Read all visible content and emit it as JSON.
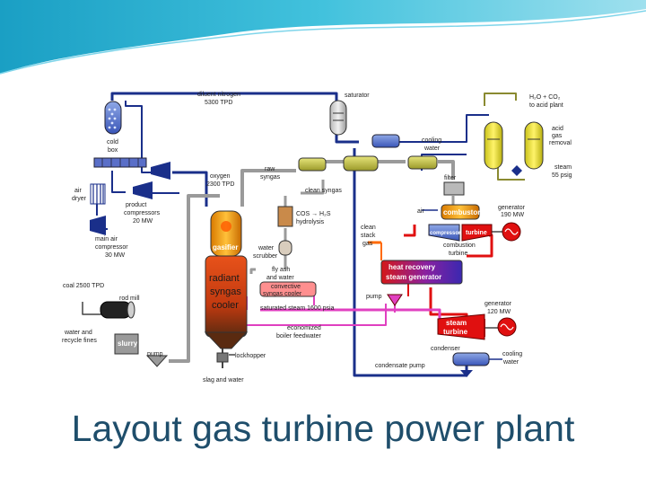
{
  "slide_title": "Layout gas turbine power plant",
  "labels": {
    "diluent_nitrogen": "diluent nitrogen",
    "diluent_nitrogen_rate": "5300 TPD",
    "saturator": "saturator",
    "h2o_co2": "H₂O + CO₂",
    "to_acid_plant": "to acid plant",
    "acid_gas_1": "acid",
    "acid_gas_2": "gas",
    "acid_gas_3": "removal",
    "cold_box_1": "cold",
    "cold_box_2": "box",
    "cooling_water_1": "cooling",
    "cooling_water_2": "water",
    "steam": "steam",
    "steam_psig": "55 psig",
    "air_dryer_1": "air",
    "air_dryer_2": "dryer",
    "oxygen": "oxygen",
    "oxygen_rate": "2300 TPD",
    "raw_syngas_1": "raw",
    "raw_syngas_2": "syngas",
    "clean_syngas": "clean syngas",
    "filter": "filter",
    "product_compressors_1": "product",
    "product_compressors_2": "compressors",
    "product_compressors_3": "20 MW",
    "air": "air",
    "combustor": "combustor",
    "generator_top_1": "generator",
    "generator_top_2": "190 MW",
    "cos_h2s_1": "COS → H₂S",
    "cos_h2s_2": "hydrolysis",
    "clean_stack_gas_1": "clean",
    "clean_stack_gas_2": "stack",
    "clean_stack_gas_3": "gas",
    "compressor": "compressor",
    "turbine": "turbine",
    "main_air_compressor_1": "main air",
    "main_air_compressor_2": "compressor",
    "main_air_compressor_3": "30 MW",
    "gasifier": "gasifier",
    "water_scrubber_1": "water",
    "water_scrubber_2": "scrubber",
    "combustion_turbine_1": "combustion",
    "combustion_turbine_2": "turbine",
    "hrsg_1": "heat recovery",
    "hrsg_2": "steam generator",
    "coal": "coal 2500 TPD",
    "rod_mill": "rod mill",
    "flyash_1": "fly ash",
    "flyash_2": "and water",
    "radiant_1": "radiant",
    "radiant_2": "syngas",
    "radiant_3": "cooler",
    "convective_1": "convective",
    "convective_2": "syngas cooler",
    "pump_hrsg": "pump",
    "saturated_steam": "saturated steam 1600 psia",
    "generator_bottom_1": "generator",
    "generator_bottom_2": "120 MW",
    "water_recycle_1": "water and",
    "water_recycle_2": "recycle fines",
    "slurry": "slurry",
    "economized_1": "economized",
    "economized_2": "boiler feedwater",
    "steam_turbine_1": "steam",
    "steam_turbine_2": "turbine",
    "condenser": "condenser",
    "cooling_water_b1": "cooling",
    "cooling_water_b2": "water",
    "pump_slurry": "pump",
    "lockhopper": "lockhopper",
    "condensate_pump": "condensate pump",
    "slag_water": "slag and water"
  },
  "colors": {
    "title_text": "#1f4e6b",
    "nitrogen_line": "#1a2f8a",
    "oxygen_line": "#1a2f8a",
    "syngas_line": "#9a9a9a",
    "steam_line": "#e040c0",
    "hot_gas_line": "#e01010",
    "exhaust_line": "#ff6a00",
    "acid_line": "#8a8a30",
    "top_wave": "#2fb8d6"
  }
}
